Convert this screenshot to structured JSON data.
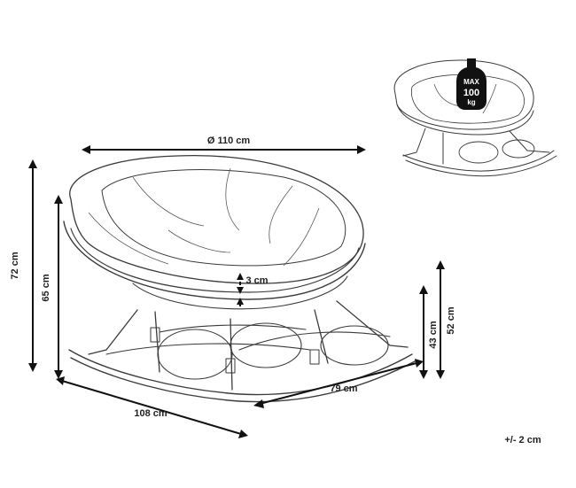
{
  "dimensions": {
    "diameter": "Ø 110 cm",
    "height_total": "72 cm",
    "height_back": "65 cm",
    "cushion": "3 cm",
    "seat_height": "43 cm",
    "seat_height_rear": "52 cm",
    "depth": "79 cm",
    "length": "108 cm",
    "tolerance": "+/- 2 cm"
  },
  "weight_badge": {
    "line1": "MAX",
    "line2": "100",
    "line3": "kg"
  },
  "icons": [
    "weight-icon"
  ],
  "colors": {
    "ink": "#111111",
    "sketch": "#3a3a3a"
  }
}
